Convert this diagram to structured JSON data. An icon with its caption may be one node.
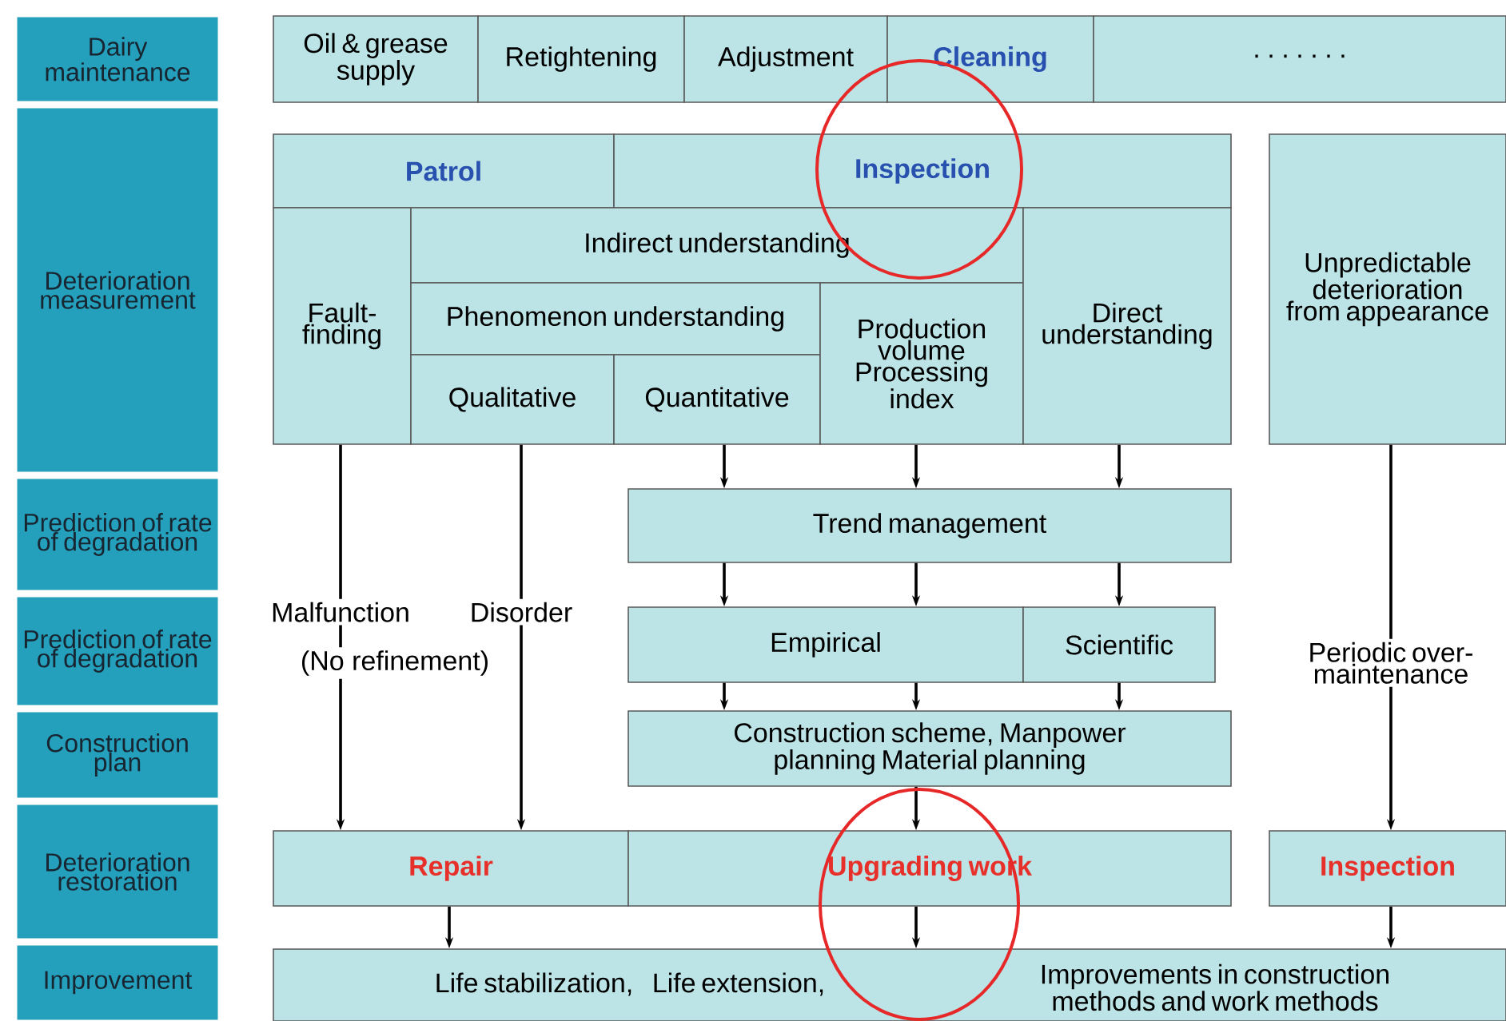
{
  "diagram": {
    "nodes": [
      {
        "text": [
          "Dairy maintenance"
        ]
      },
      {
        "text": [
          "Deterioration measurement"
        ]
      },
      {
        "text": [
          "Prediction of rate of degradation"
        ]
      },
      {
        "text": [
          "Prediction of rate of degradation"
        ]
      },
      {
        "text": [
          "Construction plan"
        ]
      },
      {
        "text": [
          "Deterioration restoration"
        ]
      },
      {
        "text": [
          "Improvement"
        ]
      },
      {
        "text": [
          "Oil & grease supply"
        ]
      },
      {
        "text": [
          "Retightening"
        ]
      },
      {
        "text": [
          "Adjustment"
        ]
      },
      {
        "text": [
          "Cleaning"
        ]
      },
      {
        "text": [
          "· · · · · · ·"
        ]
      },
      {
        "text": [
          "Patrol"
        ]
      },
      {
        "text": [
          "Inspection"
        ]
      },
      {
        "text": [
          "Fault-finding"
        ]
      },
      {
        "text": [
          "Indirect understanding"
        ]
      },
      {
        "text": [
          "Phenomenon understanding"
        ]
      },
      {
        "text": [
          "Qualitative"
        ]
      },
      {
        "text": [
          "Quantitative"
        ]
      },
      {
        "text": [
          "Production volume Processing index"
        ]
      },
      {
        "text": [
          "Direct understanding"
        ]
      },
      {
        "text": [
          "Unpredictable deterioration from appearance"
        ]
      },
      {
        "text": [
          "Trend management"
        ]
      },
      {
        "text": [
          "Empirical"
        ]
      },
      {
        "text": [
          "Scientific"
        ]
      },
      {
        "text": [
          "Construction scheme, Manpower planning Material planning"
        ]
      },
      {
        "text": [
          "Repair"
        ]
      },
      {
        "text": [
          "Upgrading work"
        ]
      },
      {
        "text": [
          "Inspection"
        ]
      },
      {
        "text": [
          "Life stabilization,",
          "Life extension,",
          "Improvements in construction methods and work methods"
        ]
      }
    ],
    "edges": [
      {
        "from": 14,
        "to": 26,
        "arrow": "to",
        "label": "Malfunction"
      },
      {
        "from": 17,
        "to": 26,
        "arrow": "to",
        "label": "Disorder"
      },
      {
        "from": 18,
        "to": 22,
        "arrow": "to"
      },
      {
        "from": 19,
        "to": 22,
        "arrow": "to"
      },
      {
        "from": 20,
        "to": 22,
        "arrow": "to"
      },
      {
        "from": 22,
        "to": 23,
        "arrow": "to"
      },
      {
        "from": 22,
        "to": 23,
        "arrow": "to"
      },
      {
        "from": 22,
        "to": 24,
        "arrow": "to"
      },
      {
        "from": 23,
        "to": 25,
        "arrow": "to"
      },
      {
        "from": 23,
        "to": 25,
        "arrow": "to"
      },
      {
        "from": 24,
        "to": 25,
        "arrow": "to"
      },
      {
        "from": 25,
        "to": 27,
        "arrow": "to"
      },
      {
        "from": 21,
        "to": 28,
        "arrow": "to",
        "label": "Periodic over-maintenance"
      },
      {
        "from": 26,
        "to": 29,
        "arrow": "to"
      },
      {
        "from": 27,
        "to": 29,
        "arrow": "to"
      },
      {
        "from": 28,
        "to": 29,
        "arrow": "to"
      }
    ],
    "labels": [
      "(No refinement)"
    ]
  }
}
